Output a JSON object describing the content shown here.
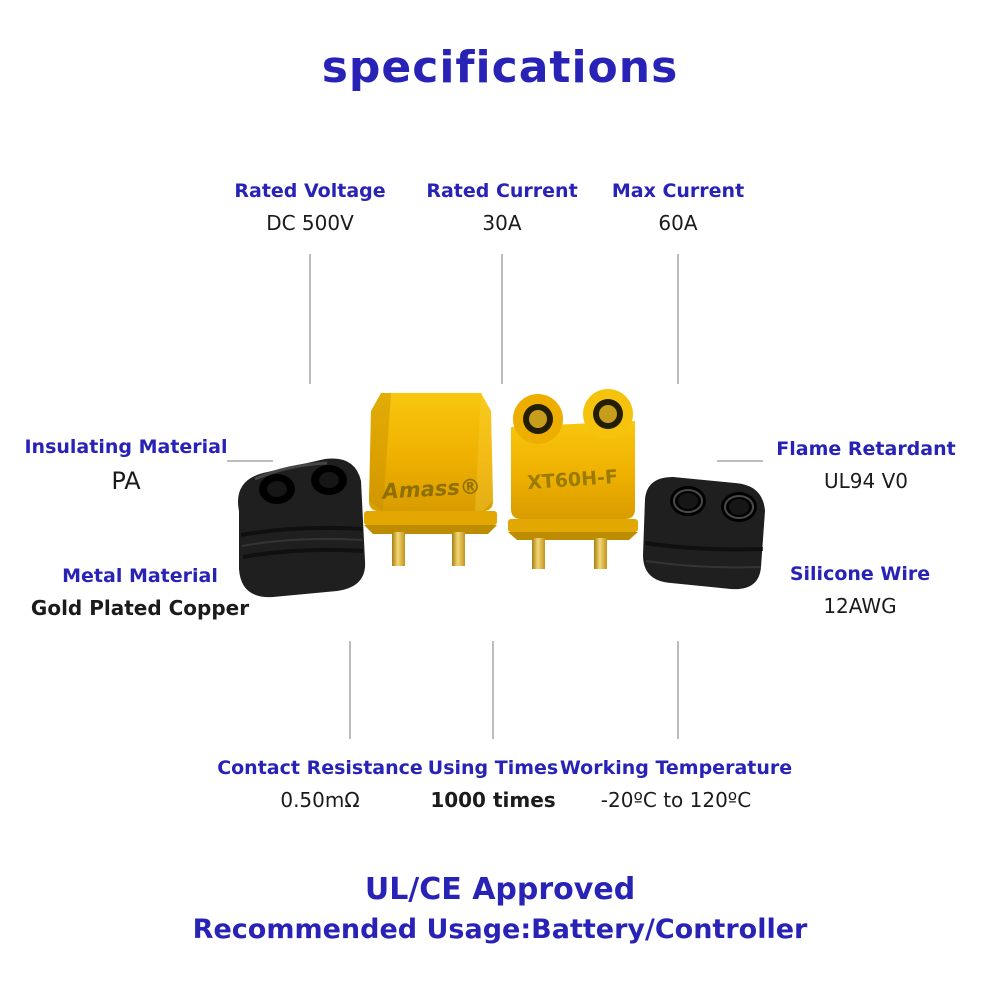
{
  "title": "specifications",
  "colors": {
    "accent": "#2823b6",
    "text": "#1b1b1b",
    "line": "#bcbcbc",
    "connector_yellow": "#efb000",
    "cap_black": "#1f1f1f",
    "pin_gold": "#d4a72c"
  },
  "top_specs": [
    {
      "label": "Rated Voltage",
      "value": "DC 500V"
    },
    {
      "label": "Rated Current",
      "value": "30A"
    },
    {
      "label": "Max Current",
      "value": "60A"
    }
  ],
  "left_specs": [
    {
      "label": "Insulating Material",
      "value": "PA"
    },
    {
      "label": "Metal Material",
      "value": "Gold Plated Copper"
    }
  ],
  "right_specs": [
    {
      "label": "Flame Retardant",
      "value": "UL94 V0"
    },
    {
      "label": "Silicone Wire",
      "value": "12AWG"
    }
  ],
  "bottom_specs": [
    {
      "label": "Contact Resistance",
      "value": "0.50mΩ"
    },
    {
      "label": "Using Times",
      "value": "1000 times"
    },
    {
      "label": "Working Temperature",
      "value": "-20ºC to 120ºC"
    }
  ],
  "product": {
    "brand_text": "Amass®",
    "model_text": "XT60H-F"
  },
  "footer": {
    "line1": "UL/CE Approved",
    "line2": "Recommended Usage:Battery/Controller"
  }
}
